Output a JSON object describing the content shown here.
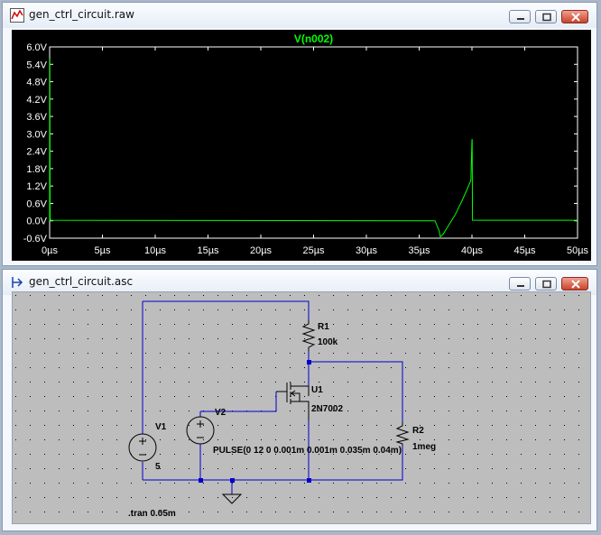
{
  "plot_window": {
    "title": "gen_ctrl_circuit.raw",
    "buttons": {
      "minimize": "minimize-icon",
      "restore": "restore-icon",
      "close": "close-icon"
    }
  },
  "schematic_window": {
    "title": "gen_ctrl_circuit.asc",
    "buttons": {
      "minimize": "minimize-icon",
      "restore": "restore-icon",
      "close": "close-icon"
    }
  },
  "colors": {
    "trace": "#00ff00",
    "wire": "#0000cc",
    "component": "#000000",
    "schematic_bg": "#bdbdbd",
    "plot_bg": "#000000",
    "axis_text": "#ffffff"
  },
  "chart_data": {
    "type": "line",
    "title": "V(n002)",
    "xlabel": "",
    "ylabel": "",
    "xlim": [
      0,
      50
    ],
    "ylim": [
      -0.6,
      6.0
    ],
    "x_ticks": [
      "0µs",
      "5µs",
      "10µs",
      "15µs",
      "20µs",
      "25µs",
      "30µs",
      "35µs",
      "40µs",
      "45µs",
      "50µs"
    ],
    "y_ticks": [
      "6.0V",
      "5.4V",
      "4.8V",
      "4.2V",
      "3.6V",
      "3.0V",
      "2.4V",
      "1.8V",
      "1.2V",
      "0.6V",
      "0.0V",
      "-0.6V"
    ],
    "grid": false,
    "series": [
      {
        "name": "V(n002)",
        "x": [
          0,
          0.02,
          0.05,
          0.1,
          36.5,
          36.9,
          37.0,
          37.3,
          37.8,
          38.4,
          39.0,
          39.5,
          39.9,
          40.0,
          40.02,
          40.05,
          50
        ],
        "y": [
          0.0,
          5.6,
          0.1,
          0.02,
          0.0,
          -0.35,
          -0.55,
          -0.45,
          -0.15,
          0.2,
          0.65,
          1.05,
          1.4,
          2.8,
          2.8,
          0.02,
          0.02
        ]
      }
    ]
  },
  "schematic": {
    "labels": {
      "r1_name": "R1",
      "r1_value": "100k",
      "u1_name": "U1",
      "u1_value": "2N7002",
      "v1_name": "V1",
      "v1_value": "5",
      "v2_name": "V2",
      "v2_value": "PULSE(0 12 0 0.001m 0.001m 0.035m 0.04m)",
      "r2_name": "R2",
      "r2_value": "1meg",
      "directive": ".tran 0.05m"
    }
  }
}
